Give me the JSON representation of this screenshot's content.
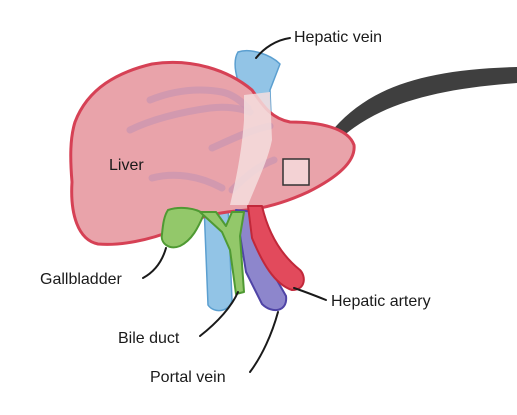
{
  "labels": {
    "hepatic_vein": "Hepatic vein",
    "liver": "Liver",
    "gallbladder": "Gallbladder",
    "hepatic_artery": "Hepatic artery",
    "bile_duct": "Bile duct",
    "portal_vein": "Portal vein"
  },
  "colors": {
    "liver_fill": "#e9a3aa",
    "liver_outline": "#d64155",
    "liver_vessels": "#c995b0",
    "hepatic_vein": "#92c4e6",
    "hepatic_vein_outline": "#5b9fd0",
    "portal_vein": "#8d86cc",
    "portal_vein_outline": "#4f44a6",
    "hepatic_artery": "#e24a5c",
    "hepatic_artery_outline": "#c1283a",
    "bile_duct": "#93c86a",
    "bile_duct_outline": "#4f9a33",
    "leader_line": "#1a1a1a",
    "zoom_pointer": "#3f3f3f"
  }
}
